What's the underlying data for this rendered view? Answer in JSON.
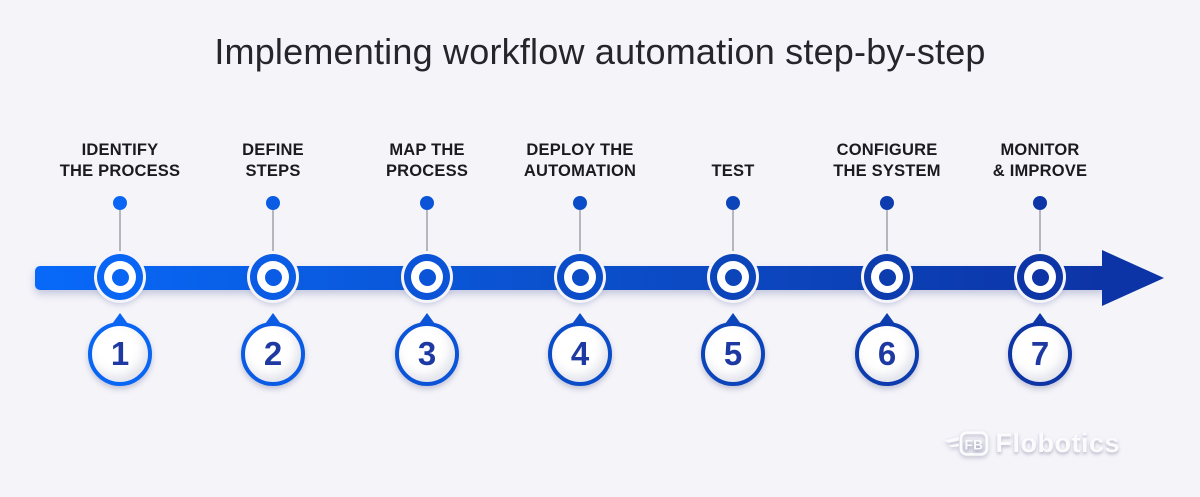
{
  "title": "Implementing workflow automation step-by-step",
  "colors": {
    "background": "#f5f4f9",
    "title_text": "#26252b",
    "label_text": "#1a1a1f",
    "number_text": "#1e3aa2",
    "connector_line": "#b6b6bf",
    "band_gradient_start": "#0869f9",
    "band_gradient_mid": "#0b50cc",
    "band_gradient_end": "#0d34a6",
    "circle_fill": "#ffffff"
  },
  "steps": [
    {
      "number": "1",
      "line1": "IDENTIFY",
      "line2": "THE PROCESS",
      "accent": "#0965f3"
    },
    {
      "number": "2",
      "line1": "DEFINE",
      "line2": "STEPS",
      "accent": "#0a5ce5"
    },
    {
      "number": "3",
      "line1": "MAP THE",
      "line2": "PROCESS",
      "accent": "#0b53d7"
    },
    {
      "number": "4",
      "line1": "DEPLOY THE",
      "line2": "AUTOMATION",
      "accent": "#0b4cc8"
    },
    {
      "number": "5",
      "line1": "",
      "line2": "TEST",
      "accent": "#0c44ba"
    },
    {
      "number": "6",
      "line1": "CONFIGURE",
      "line2": "THE SYSTEM",
      "accent": "#0c3cae"
    },
    {
      "number": "7",
      "line1": "MONITOR",
      "line2": "& IMPROVE",
      "accent": "#0d35a6"
    }
  ],
  "watermark": {
    "text": "Flobotics",
    "icon": "flobotics-wing-badge-icon"
  }
}
